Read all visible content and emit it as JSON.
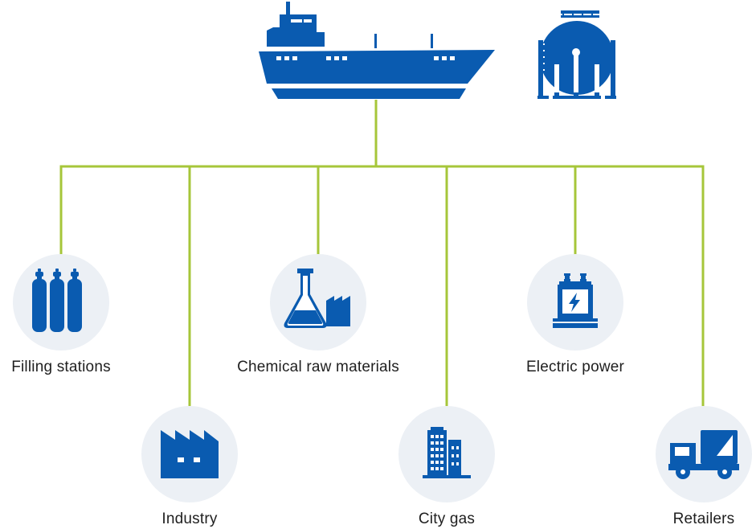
{
  "diagram": {
    "colors": {
      "icon": "#0a5bb0",
      "connector": "#a6c63a",
      "circle": "#ecf0f5",
      "label": "#1f1f1f"
    },
    "sources": [
      {
        "icon": "ship-icon"
      },
      {
        "icon": "spherical-tank-icon"
      }
    ],
    "nodes": [
      {
        "id": "filling-stations",
        "label": "Filling stations",
        "icon": "gas-cylinders-icon"
      },
      {
        "id": "industry",
        "label": "Industry",
        "icon": "factory-icon"
      },
      {
        "id": "chemical-raw-materials",
        "label": "Chemical raw materials",
        "icon": "flask-factory-icon"
      },
      {
        "id": "city-gas",
        "label": "City gas",
        "icon": "buildings-icon"
      },
      {
        "id": "electric-power",
        "label": "Electric power",
        "icon": "transformer-icon"
      },
      {
        "id": "retailers",
        "label": "Retailers",
        "icon": "truck-icon"
      }
    ]
  }
}
